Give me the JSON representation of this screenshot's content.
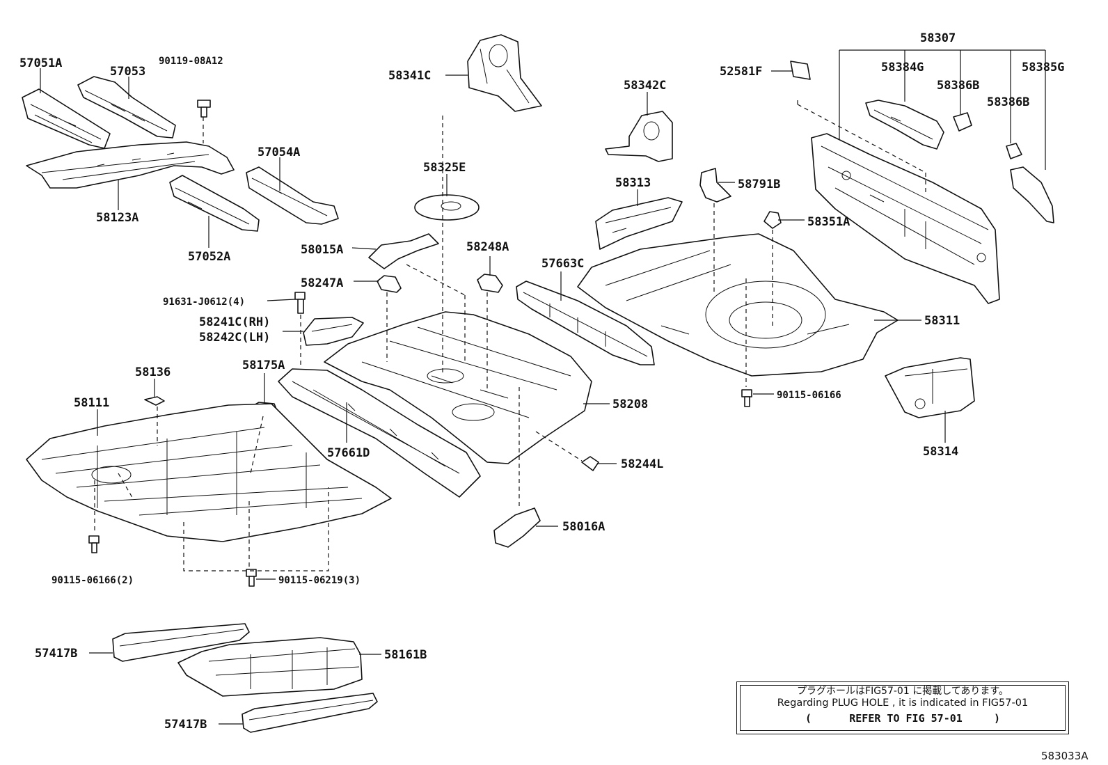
{
  "diagram": {
    "labels": {
      "p57051A": "57051A",
      "p57053": "57053",
      "p90119_08A12": "90119-08A12",
      "p58341C": "58341C",
      "p52581F": "52581F",
      "p58307": "58307",
      "p58384G": "58384G",
      "p58385G": "58385G",
      "p58386B_a": "58386B",
      "p58386B_b": "58386B",
      "p58342C": "58342C",
      "p57054A": "57054A",
      "p58123A": "58123A",
      "p57052A": "57052A",
      "p58325E": "58325E",
      "p58313": "58313",
      "p58791B": "58791B",
      "p58351A": "58351A",
      "p58015A": "58015A",
      "p58248A": "58248A",
      "p57663C": "57663C",
      "p58247A": "58247A",
      "p91631": "91631-J0612(4)",
      "p58241C": "58241C(RH)",
      "p58242C": "58242C(LH)",
      "p58311": "58311",
      "p58175A": "58175A",
      "p58136": "58136",
      "p58111": "58111",
      "p58208": "58208",
      "p90115_06166": "90115-06166",
      "p58314": "58314",
      "p57661D": "57661D",
      "p58244L": "58244L",
      "p58016A": "58016A",
      "p90115_06166_2": "90115-06166(2)",
      "p90115_06219_3": "90115-06219(3)",
      "p57417B_a": "57417B",
      "p58161B": "58161B",
      "p57417B_b": "57417B"
    }
  },
  "note": {
    "line_jp": "プラグホールはFIG57-01 に掲載してあります。",
    "line_en": "Regarding  PLUG HOLE , it is indicated in FIG57-01",
    "line_ref": "(      REFER TO FIG 57-01     )"
  },
  "figure_code": "583033A"
}
